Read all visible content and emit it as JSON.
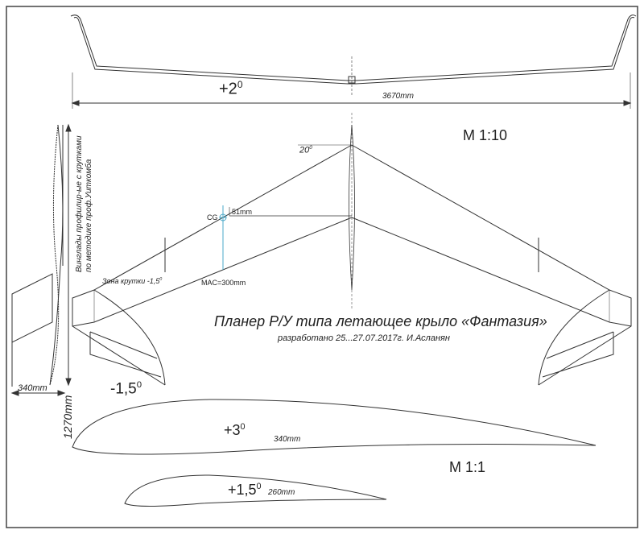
{
  "front_view": {
    "dihedral": "+2",
    "dihedral_sup": "0",
    "span": "3670mm"
  },
  "scale_top": "M 1:10",
  "planform": {
    "sweep": "20",
    "sweep_sup": "0",
    "cg_label": "CG",
    "cg_offset": "51mm",
    "mac": "MAC=300mm",
    "twist_zone": "Зона крутки -1,5",
    "twist_zone_sup": "0",
    "tip_twist": "-1,5",
    "tip_twist_sup": "0"
  },
  "title": "Планер Р/У типа летающее крыло «Фантазия»",
  "subtitle": "разработано 25...27.07.2017г. И.Асланян",
  "winglet": {
    "note_line1": "Винглады профилир-ые с крутками",
    "note_line2": "по методике проф.Уиткомба",
    "height": "1270mm",
    "chord": "340mm"
  },
  "scale_profiles": "M 1:1",
  "profiles": [
    {
      "angle": "+3",
      "angle_sup": "0",
      "chord": "340mm"
    },
    {
      "angle": "+1,5",
      "angle_sup": "0",
      "chord": "260mm"
    }
  ]
}
